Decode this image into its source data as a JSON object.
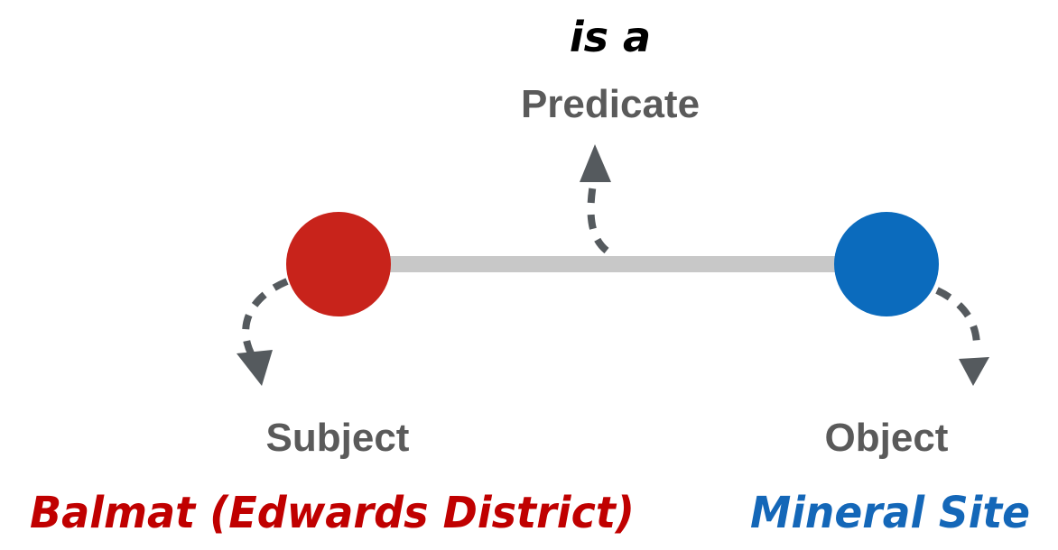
{
  "diagram": {
    "predicate_value": "is a",
    "predicate_label": "Predicate",
    "subject_label": "Subject",
    "object_label": "Object",
    "subject_value": "Balmat (Edwards District)",
    "object_value": "Mineral Site"
  },
  "colors": {
    "subject_node": "#c8231b",
    "object_node": "#0b6bbd",
    "edge": "#c8c8c8",
    "arrow": "#555a5e",
    "role_text": "#5a5a5a",
    "subject_value_text": "#c00000",
    "object_value_text": "#1467b8",
    "predicate_value_text": "#000000"
  }
}
